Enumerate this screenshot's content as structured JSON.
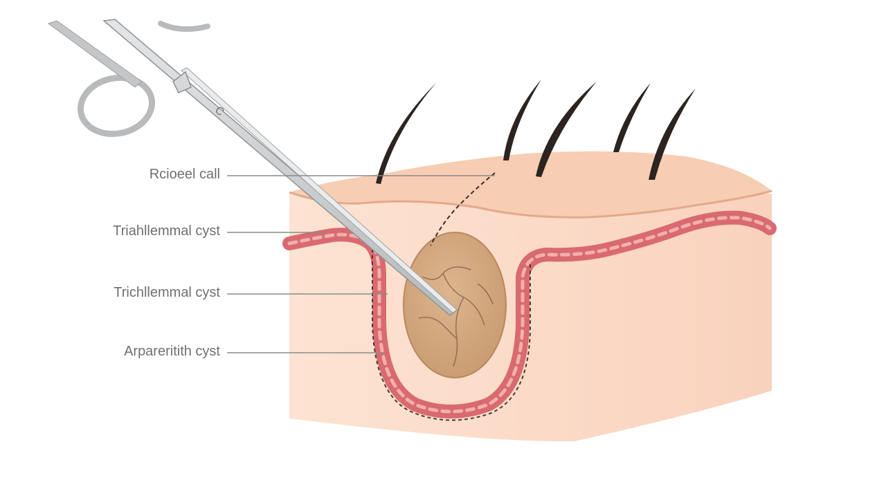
{
  "diagram": {
    "labels": [
      {
        "id": "label-1",
        "text": "Rcioeel call"
      },
      {
        "id": "label-2",
        "text": "Triahllemmal cyst"
      },
      {
        "id": "label-3",
        "text": "Trichllemmal cyst"
      },
      {
        "id": "label-4",
        "text": "Arpareritith cyst"
      }
    ],
    "instrument_mark": "C",
    "colors": {
      "skin_light": "#fbd9c6",
      "skin_top": "#f5c9ad",
      "dermis_band": "#d96a70",
      "cyst": "#d4a97f",
      "hair": "#2b2420",
      "steel": "#c9cbcc",
      "leader": "#8a8a8a"
    }
  }
}
